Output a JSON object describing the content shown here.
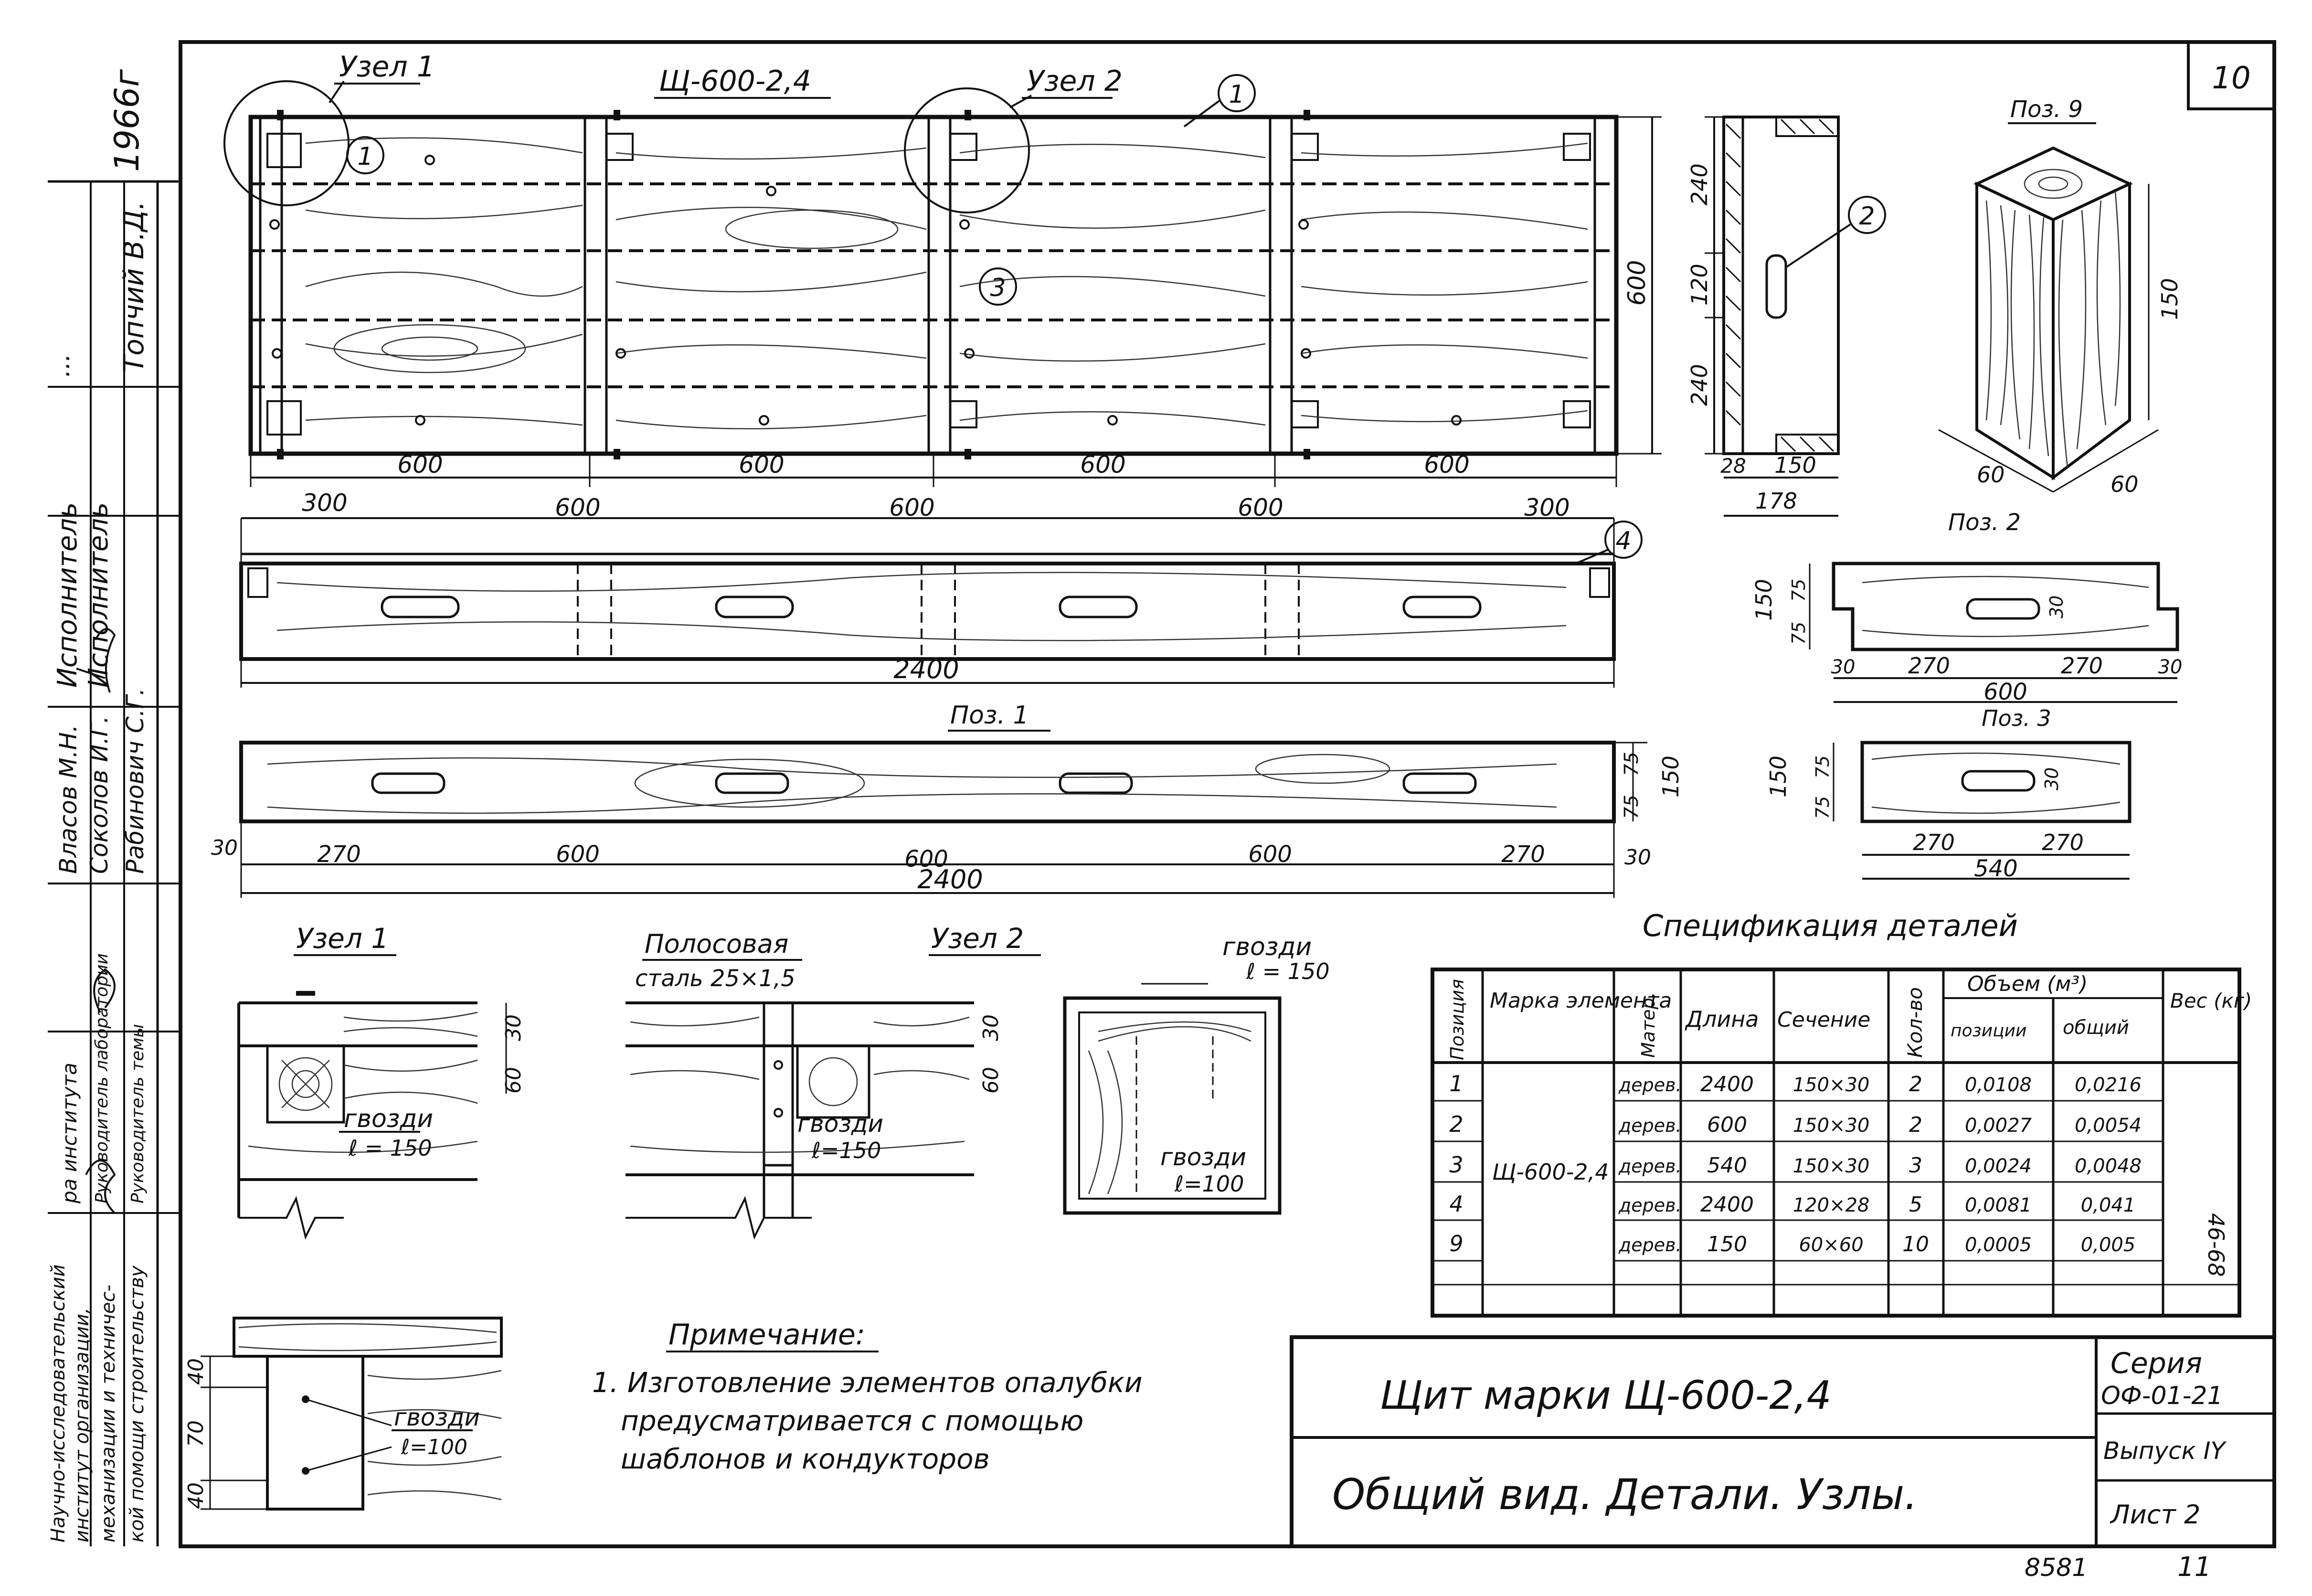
{
  "sheet": {
    "page_number": "10",
    "year": "1966г",
    "bottom_code": "8581",
    "bottom_page": "11"
  },
  "side_stamp": {
    "institute": [
      "Научно-исследовательский",
      "институт организации,",
      "механизации и техничес-",
      "кой помощи строительству"
    ],
    "roles": [
      "ра института",
      "Руководитель лаборатории",
      "Руководитель темы"
    ],
    "names": [
      "Власов М.Н.",
      "Соколов И.Г.",
      "Рабинович С.Г."
    ],
    "executors": [
      "Исполнитель",
      "Исполнитель"
    ],
    "executor_names": [
      "Топчий В.Д."
    ],
    "truncated_top": "..."
  },
  "main_panel": {
    "node1_label": "Узел 1",
    "mark_label": "Щ-600-2,4",
    "node2_label": "Узел 2",
    "bottom_dims": [
      "600",
      "600",
      "600",
      "600"
    ],
    "height_dim": "600",
    "callouts": [
      "1",
      "1",
      "3"
    ]
  },
  "side_section": {
    "dims_v": [
      "240",
      "120",
      "240"
    ],
    "dims_h": [
      "28",
      "150"
    ],
    "total_h": "178",
    "callout": "2"
  },
  "pos9": {
    "title": "Поз. 9",
    "dims": [
      "150",
      "60",
      "60"
    ]
  },
  "plank4": {
    "top_dims": [
      "300",
      "600",
      "600",
      "600",
      "300"
    ],
    "total": "2400",
    "callout": "4"
  },
  "pos1": {
    "title": "Поз. 1",
    "dims": [
      "30",
      "270",
      "600",
      "600",
      "600",
      "270",
      "30"
    ],
    "total": "2400",
    "side_dims": [
      "75",
      "75",
      "150"
    ]
  },
  "pos2": {
    "title": "Поз. 2",
    "side_dims": [
      "150",
      "75",
      "75"
    ],
    "slot_dim": "30",
    "bottom_dims": [
      "30",
      "270",
      "270",
      "30"
    ],
    "total": "600"
  },
  "pos3": {
    "title": "Поз. 3",
    "side_dims": [
      "150",
      "75",
      "75"
    ],
    "slot_dim": "30",
    "bottom_dims": [
      "270",
      "270"
    ],
    "total": "540"
  },
  "node1": {
    "title": "Узел 1",
    "dims": [
      "30",
      "60"
    ],
    "nail_label": "гвозди",
    "nail_len": "ℓ = 150"
  },
  "node2": {
    "title": "Узел 2",
    "strip_label": "Полосовая",
    "strip_label2": "сталь 25×1,5",
    "dims": [
      "30",
      "60"
    ],
    "nail_label": "гвозди",
    "nail_len": "ℓ=150",
    "nail_label_r": "гвозди",
    "nail_len_r": "ℓ = 150",
    "nail_label_r2": "гвозди",
    "nail_len_r2": "ℓ=100"
  },
  "node_lower": {
    "dims": [
      "40",
      "70",
      "40"
    ],
    "nail_label": "гвозди",
    "nail_len": "ℓ=100"
  },
  "note": {
    "title": "Примечание:",
    "lines": [
      "1. Изготовление элементов опалубки",
      "предусматривается с помощью",
      "шаблонов и кондукторов"
    ]
  },
  "spec": {
    "title": "Спецификация деталей",
    "headers": {
      "pos": "Позиция",
      "mark": "Марка элемента",
      "mat": "Матер.",
      "len": "Длина",
      "sec": "Сечение",
      "qty": "Кол-во",
      "vol": "Объем (м³)",
      "vol_pos": "позиции",
      "vol_tot": "общий",
      "weight": "Вес (кг)"
    },
    "mark_value": "Щ-600-2,4",
    "weight_value": "46-68",
    "rows": [
      {
        "pos": "1",
        "mat": "дерев.",
        "len": "2400",
        "sec": "150×30",
        "qty": "2",
        "vp": "0,0108",
        "vt": "0,0216"
      },
      {
        "pos": "2",
        "mat": "дерев.",
        "len": "600",
        "sec": "150×30",
        "qty": "2",
        "vp": "0,0027",
        "vt": "0,0054"
      },
      {
        "pos": "3",
        "mat": "дерев.",
        "len": "540",
        "sec": "150×30",
        "qty": "3",
        "vp": "0,0024",
        "vt": "0,0048"
      },
      {
        "pos": "4",
        "mat": "дерев.",
        "len": "2400",
        "sec": "120×28",
        "qty": "5",
        "vp": "0,0081",
        "vt": "0,041"
      },
      {
        "pos": "9",
        "mat": "дерев.",
        "len": "150",
        "sec": "60×60",
        "qty": "10",
        "vp": "0,0005",
        "vt": "0,005"
      }
    ]
  },
  "title_block": {
    "line1": "Щит марки  Щ-600-2,4",
    "line2": "Общий вид. Детали. Узлы.",
    "series_label": "Серия",
    "series_value": "ОФ-01-21",
    "issue": "Выпуск IY",
    "sheet": "Лист 2"
  }
}
